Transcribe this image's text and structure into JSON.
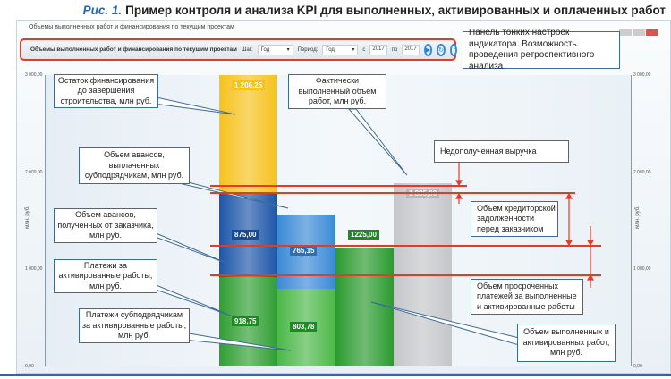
{
  "caption": {
    "fig": "Рис. 1.",
    "text": "Пример контроля и анализа KPI для выполненных, активированных и оплаченных работ"
  },
  "window": {
    "title": "Объемы выполненных работ и финансирования по текущим проектам"
  },
  "toolbar": {
    "title": "Объемы выполненных работ и финансирования по текущим проектам",
    "step_label": "Шаг:",
    "step_value": "Год",
    "period_label": "Период:",
    "period_value": "Год",
    "from_label": "с",
    "from_value": "2017",
    "to_label": "по",
    "to_value": "2017"
  },
  "annotations": {
    "remaining": "Остаток финансирования до завершения строительства, млн руб.",
    "adv_paid": "Объем авансов, выплаченных субподрядчикам, млн руб.",
    "adv_received": "Объем авансов, полученных от заказчика, млн руб.",
    "payments_acts": "Платежи за активированные работы, млн руб.",
    "sub_payments": "Платежи субподрядчикам за активированные работы, млн руб.",
    "actual": "Фактически выполненный объем работ, млн руб.",
    "lost_revenue": "Недополученная выручка",
    "panel": "Панель тонких настроек индикатора. Возможность проведения ретроспективного анализа",
    "payables": "Объем кредиторской задолженности перед заказчиком",
    "overdue": "Объем просроченных платежей за выполненные и активированные работы",
    "completed": "Объем выполненных и активированных работ, млн руб."
  },
  "chart_data": {
    "type": "bar",
    "stacked": true,
    "ylabel": "млн. руб.",
    "ylim": [
      0,
      3000
    ],
    "yticks": [
      "0,00",
      "1 000,00",
      "2 000,00",
      "3 000,00"
    ],
    "bars": [
      {
        "segments": [
          {
            "value": 918.75,
            "label": "918,75",
            "color": "#2f9e32"
          },
          {
            "value": 875.0,
            "label": "875,00",
            "color": "#1d56a8"
          },
          {
            "value": 1206.25,
            "label": "1 206,25",
            "color": "#f6c21c"
          }
        ]
      },
      {
        "segments": [
          {
            "value": 803.78,
            "label": "803,78",
            "color": "#4cb848"
          },
          {
            "value": 765.15,
            "label": "765,15",
            "color": "#3a8ad6"
          }
        ]
      },
      {
        "segments": [
          {
            "value": 1225.0,
            "label": "1225,00",
            "color": "#2a9a2e"
          }
        ]
      },
      {
        "segments": [
          {
            "value": 1885.0,
            "label": "1 885,00",
            "color": "#c4c6c9"
          }
        ]
      }
    ]
  }
}
